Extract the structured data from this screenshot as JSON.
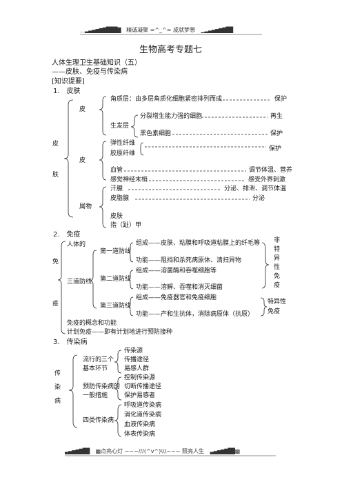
{
  "header": {
    "left_marks": "＿▂▃▄▅▆▇█▉█▇",
    "text": "精诚凝聚 =^_^= 成就梦想",
    "right_marks": "▁▂▃▄▅▆▇█▉"
  },
  "footer": {
    "left_marks": "▃▄▅▆▇█▉",
    "text": "▩点亮心灯 ~~~///(^v^)\\\\\\~~~ 照亮人生",
    "right_marks": "▃▄▅▆▇█▉▩"
  },
  "doc": {
    "title": "生物高考专题七",
    "subtitle": "人体生理卫生基础知识（五）",
    "subtitle2": "——皮肤、免疫与传染病",
    "tag": "[知识提要]"
  },
  "s1": {
    "heading": "1.　皮肤",
    "root": [
      "皮",
      "肤"
    ],
    "epidermis": "皮",
    "dermis": "皮",
    "appendage": "属物",
    "stratum_corneum": "角质层：由多层角质化细胞紧密排列而成",
    "protect1": "保护",
    "germinal": "生发层",
    "div_cells": "分裂增生能力强的细胞",
    "regen": "再生",
    "melanin": "黑色素细胞",
    "protect2": "保护",
    "elastic": "弹性纤维",
    "collagen": "胶原纤维",
    "protect3": "保护",
    "vessels": "血管",
    "thermo": "调节体温、营养",
    "nerve": "感觉神经末梢",
    "sense": "感受外界刺激",
    "sweat": "汗腺",
    "sweat_fn": "分泌、排泄、调节体温",
    "sebaceous": "皮脂腺",
    "sebum_fn": "分泌",
    "skin": "皮肤",
    "nail": "指（趾）甲"
  },
  "s2": {
    "heading": "2.　免疫",
    "root": [
      "免",
      "疫"
    ],
    "body_immunity": "人体的",
    "three_lines": "三道防线",
    "line1": "第一道防线",
    "line2": "第二道防线",
    "line3": "第三道防线",
    "l1_comp": "组成——皮肤、粘膜和呼吸道粘膜上的纤毛等",
    "l1_func": "功能——阻挡和杀死病原体、清扫异物",
    "l2_comp": "组成——溶菌酶和吞噬细胞等",
    "l2_func": "功能——溶解、吞噬和消灭细菌",
    "l3_comp": "组成——免疫器官和免疫细胞",
    "l3_func": "功能——产和生抗体，消除病原体（抗原）",
    "nonspecific": [
      "非",
      "特",
      "异",
      "性",
      "免",
      "疫"
    ],
    "specific": [
      "特异性",
      "免疫"
    ],
    "concept": "免疫的概念和功能",
    "plan": "计划免疫——即有计划地进行预防接种"
  },
  "s3": {
    "heading": "3.　传染病",
    "root": [
      "传",
      "染",
      "病"
    ],
    "links_title": [
      "流行的三个",
      "基本环节"
    ],
    "links": [
      "传染源",
      "传播途径",
      "易感人群"
    ],
    "measures_title": [
      "预防传染病的",
      "一般措施"
    ],
    "measures": [
      "控制传染源",
      "切断传播途径",
      "保护易感者"
    ],
    "types_title": "四类传染病",
    "types": [
      "呼吸道传染病",
      "消化道传染病",
      "血液传染病",
      "体表传染病"
    ]
  }
}
